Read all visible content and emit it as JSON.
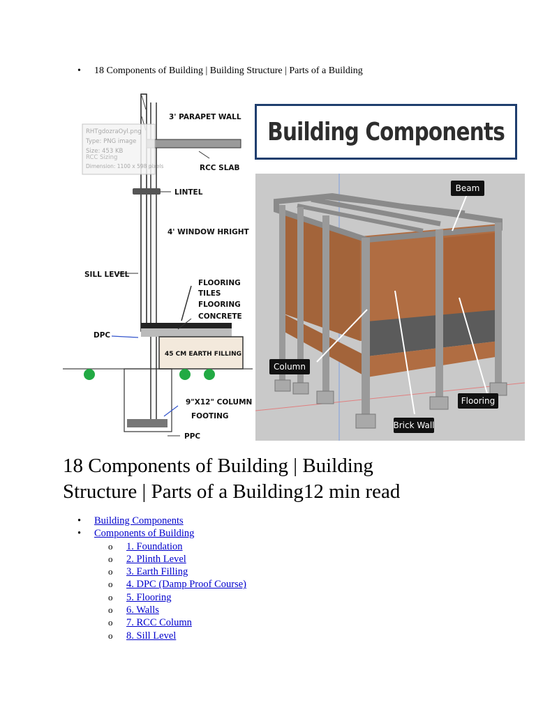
{
  "top_bullet": {
    "text": "18 Components of Building | Building Structure | Parts of a Building"
  },
  "figure": {
    "banner_title": "Building Components",
    "tooltip": {
      "filename": "RHTgdozraOyl.png",
      "type": "Type: PNG image",
      "size": "Size: 453 KB",
      "size_hint": "RCC Sizing",
      "dimension": "Dimension: 1100 x 598 pixels"
    },
    "section_labels": {
      "parapet": "3' PARAPET WALL",
      "rcc_slab": "RCC SLAB",
      "lintel": "LINTEL",
      "window": "4' WINDOW HRIGHT",
      "sill": "SILL LEVEL",
      "flooring_tiles_1": "FLOORING",
      "flooring_tiles_2": "TILES",
      "flooring_concrete_1": "FLOORING",
      "flooring_concrete_2": "CONCRETE",
      "dpc": "DPC",
      "earth_filling": "45 CM EARTH FILLING",
      "column_1": "9\"X12\" COLUMN",
      "column_2": "FOOTING",
      "ppc": "PPC"
    },
    "callouts": {
      "beam": "Beam",
      "column": "Column",
      "flooring": "Flooring",
      "brick_wall": "Brick Wall"
    }
  },
  "main_heading": {
    "line1": "18 Components of Building | Building",
    "line2": "Structure | Parts of a Building12 min read"
  },
  "toc": {
    "items": [
      {
        "label": "Building Components"
      },
      {
        "label": "Components of Building"
      }
    ],
    "subitems": [
      {
        "label": "1. Foundation"
      },
      {
        "label": "2. Plinth Level"
      },
      {
        "label": "3. Earth Filling"
      },
      {
        "label": "4. DPC (Damp Proof Course)"
      },
      {
        "label": "5. Flooring"
      },
      {
        "label": "6. Walls"
      },
      {
        "label": "7. RCC Column"
      },
      {
        "label": "8. Sill Level"
      }
    ]
  },
  "colors": {
    "link": "#0000cc",
    "banner_border": "#1f3e6e",
    "brick": "#a3643a",
    "concrete": "#c8c8c8",
    "shrub": "#22aa44"
  }
}
